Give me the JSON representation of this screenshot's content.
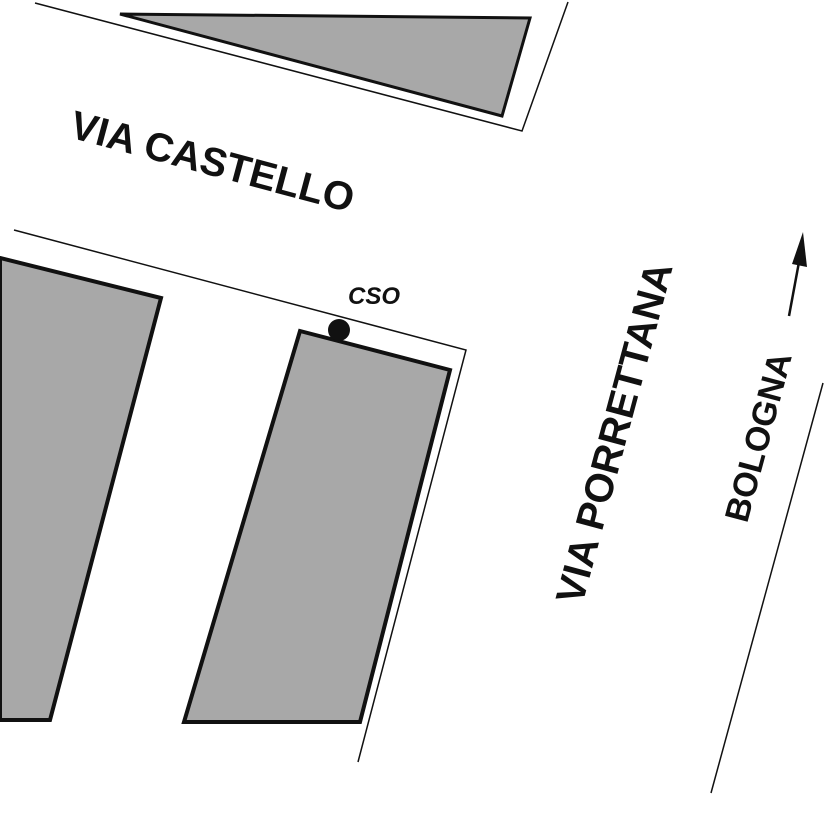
{
  "map": {
    "streets": [
      {
        "id": "via-castello",
        "label": "VIA CASTELLO"
      },
      {
        "id": "via-porrettana",
        "label": "VIA PORRETTANA"
      }
    ],
    "direction": {
      "label": "BOLOGNA"
    },
    "point": {
      "label": "CSO"
    },
    "colors": {
      "block_fill": "#a8a8a8",
      "outline": "#111111",
      "background": "#ffffff"
    }
  }
}
